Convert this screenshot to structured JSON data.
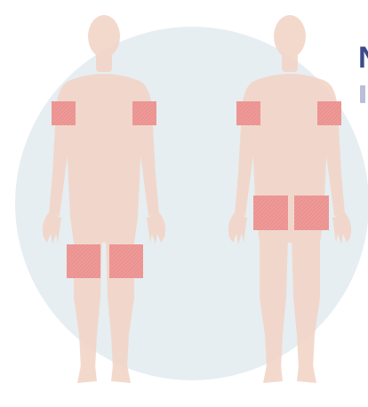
{
  "colors": {
    "background": "#ffffff",
    "circle": "#e6eef2",
    "body": "#f2d6c8",
    "site_fill": "#ee9a98",
    "site_hatch": "#e58785",
    "heading": "#3d4a8a",
    "subheading": "#b9bfd8"
  },
  "heading_fragment": "N",
  "figures": [
    {
      "view": "front",
      "sites": [
        "left-upper-arm",
        "right-upper-arm",
        "left-thigh",
        "right-thigh"
      ]
    },
    {
      "view": "back",
      "sites": [
        "left-upper-arm",
        "right-upper-arm",
        "left-buttock",
        "right-buttock"
      ]
    }
  ]
}
